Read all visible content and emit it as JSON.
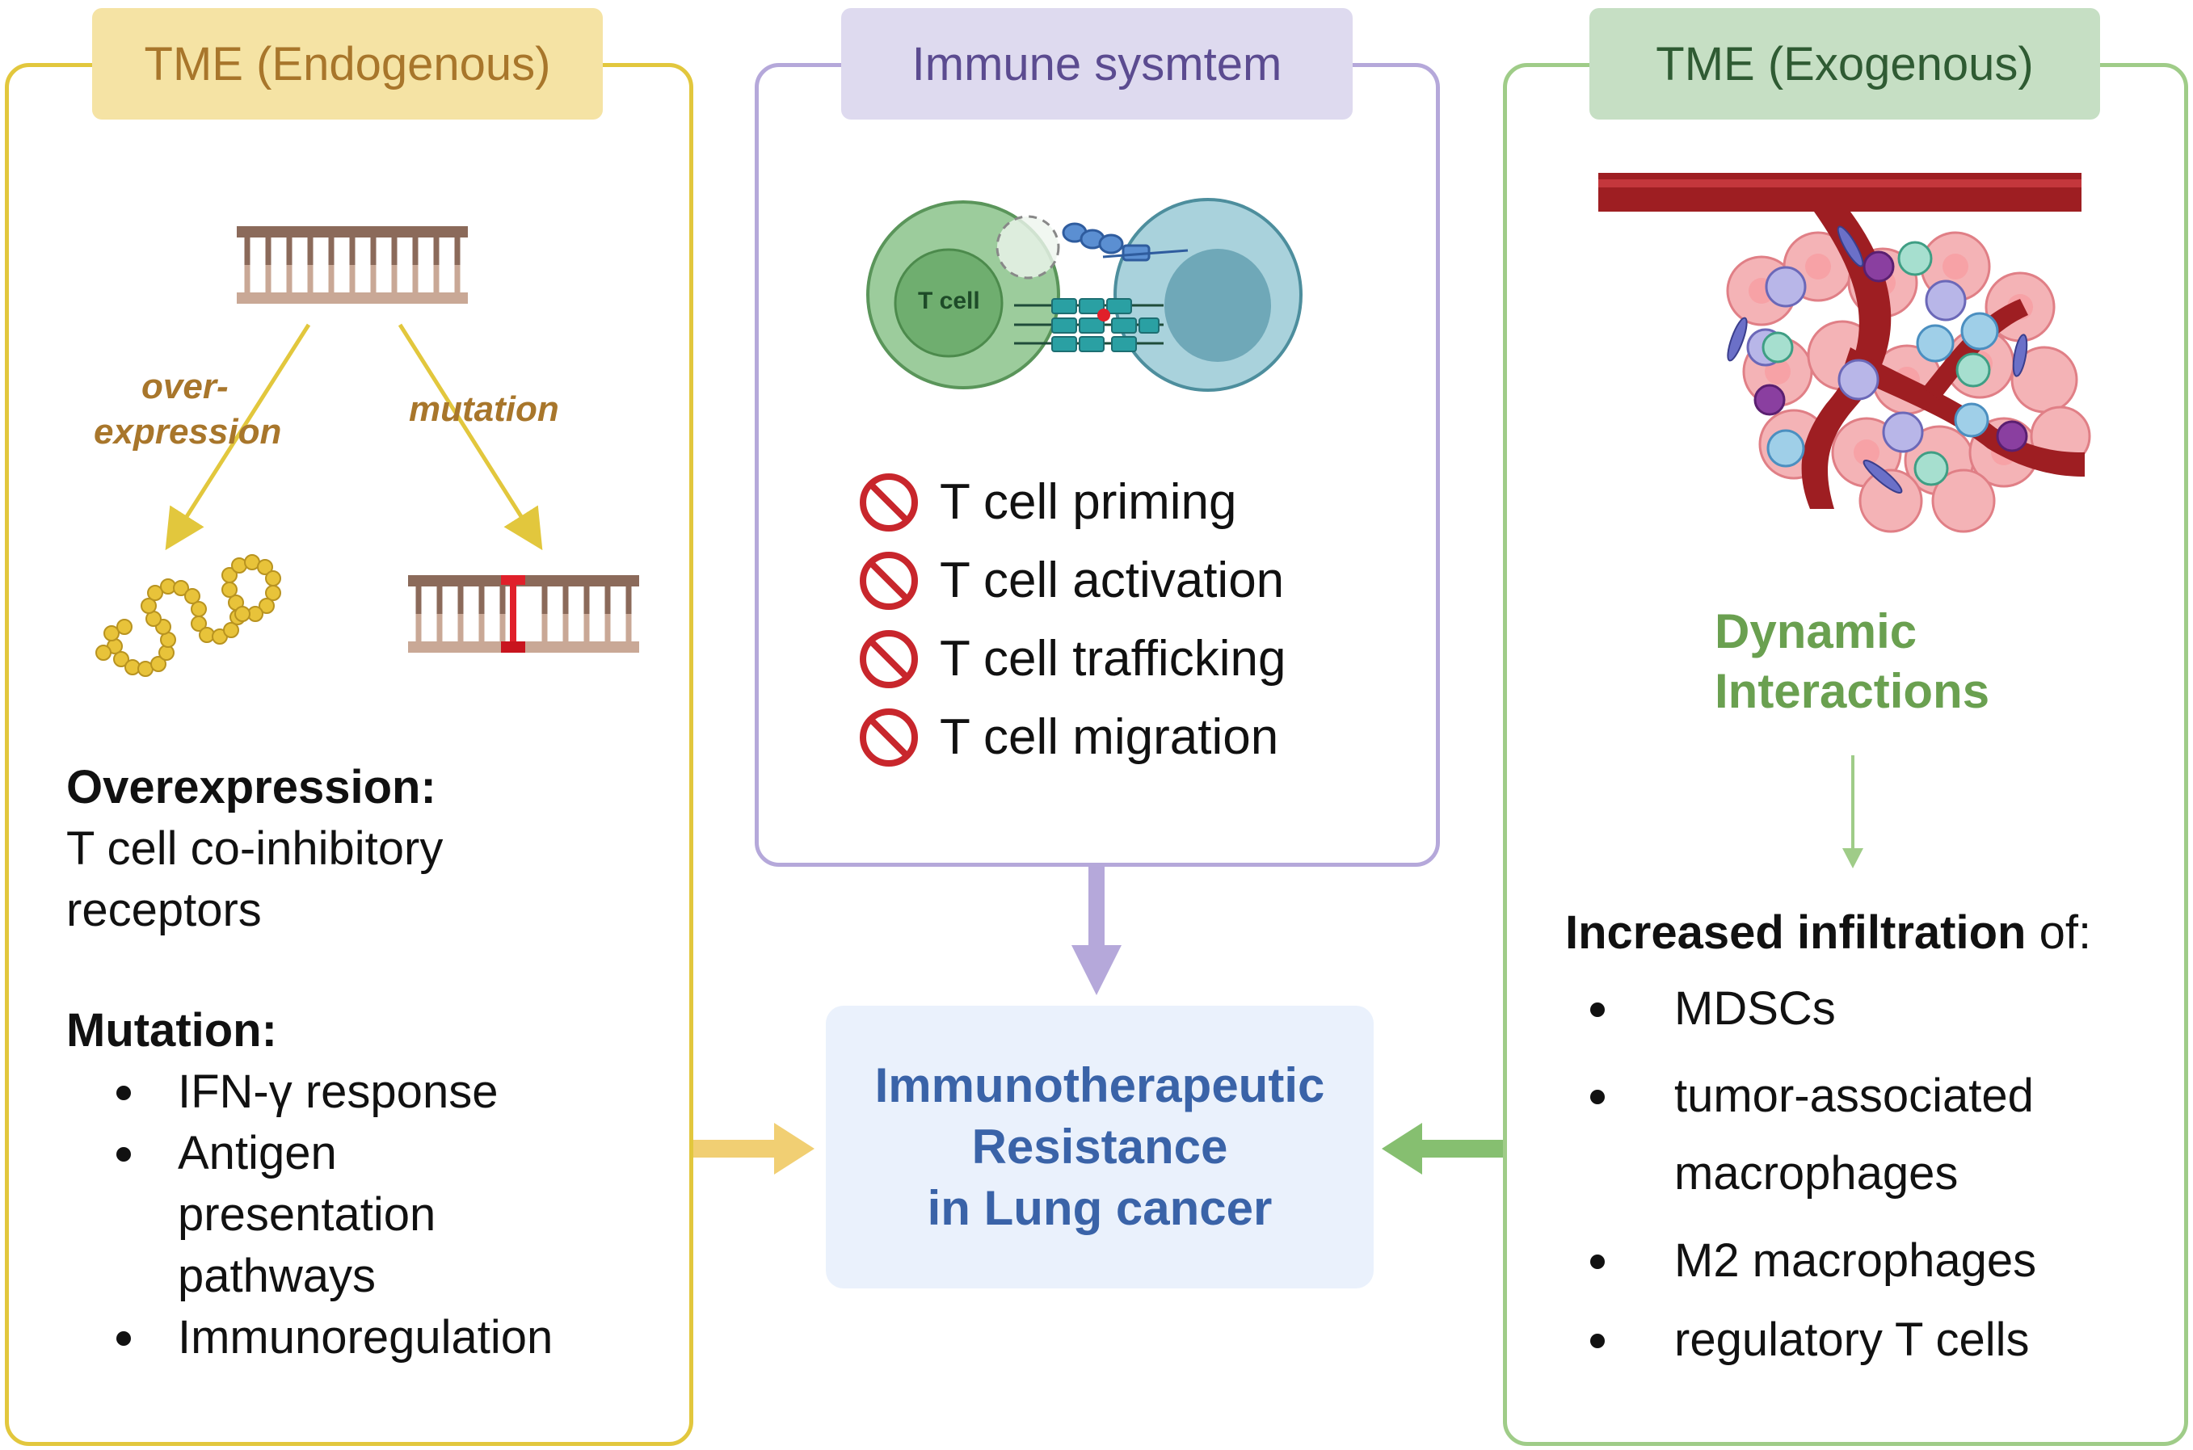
{
  "left_panel": {
    "header": "TME (Endogenous)",
    "arrow_labels": {
      "overexpression_line1": "over-",
      "overexpression_line2": "expression",
      "mutation": "mutation"
    },
    "overexpression_title": "Overexpression:",
    "overexpression_lines": [
      "T cell co-inhibitory",
      "receptors"
    ],
    "mutation_title": "Mutation:",
    "mutation_items": [
      {
        "lines": [
          "IFN-γ response"
        ]
      },
      {
        "lines": [
          "Antigen",
          "presentation",
          "pathways"
        ]
      },
      {
        "lines": [
          "Immunoregulation"
        ]
      }
    ]
  },
  "middle_panel": {
    "header": "Immune sysmtem",
    "cell_label": "T cell",
    "blocked_items": [
      "T cell priming",
      "T cell activation",
      "T cell trafficking",
      "T cell migration"
    ]
  },
  "right_panel": {
    "header": "TME (Exogenous)",
    "dynamic_lines": [
      "Dynamic",
      "Interactions"
    ],
    "infiltration_bold": "Increased infiltration",
    "infiltration_rest": " of:",
    "items": [
      {
        "lines": [
          "MDSCs"
        ]
      },
      {
        "lines": [
          "tumor-associated",
          "macrophages"
        ]
      },
      {
        "lines": [
          "M2 macrophages"
        ]
      },
      {
        "lines": [
          "regulatory T cells"
        ]
      }
    ]
  },
  "center": {
    "lines": [
      "Immunotherapeutic",
      "Resistance",
      "in Lung cancer"
    ]
  },
  "colors": {
    "endogenous": "#e2c73d",
    "immune": "#b5a8da",
    "exogenous": "#9fcc88",
    "center_text": "#3a63a8",
    "blocked": "#c8262c"
  }
}
